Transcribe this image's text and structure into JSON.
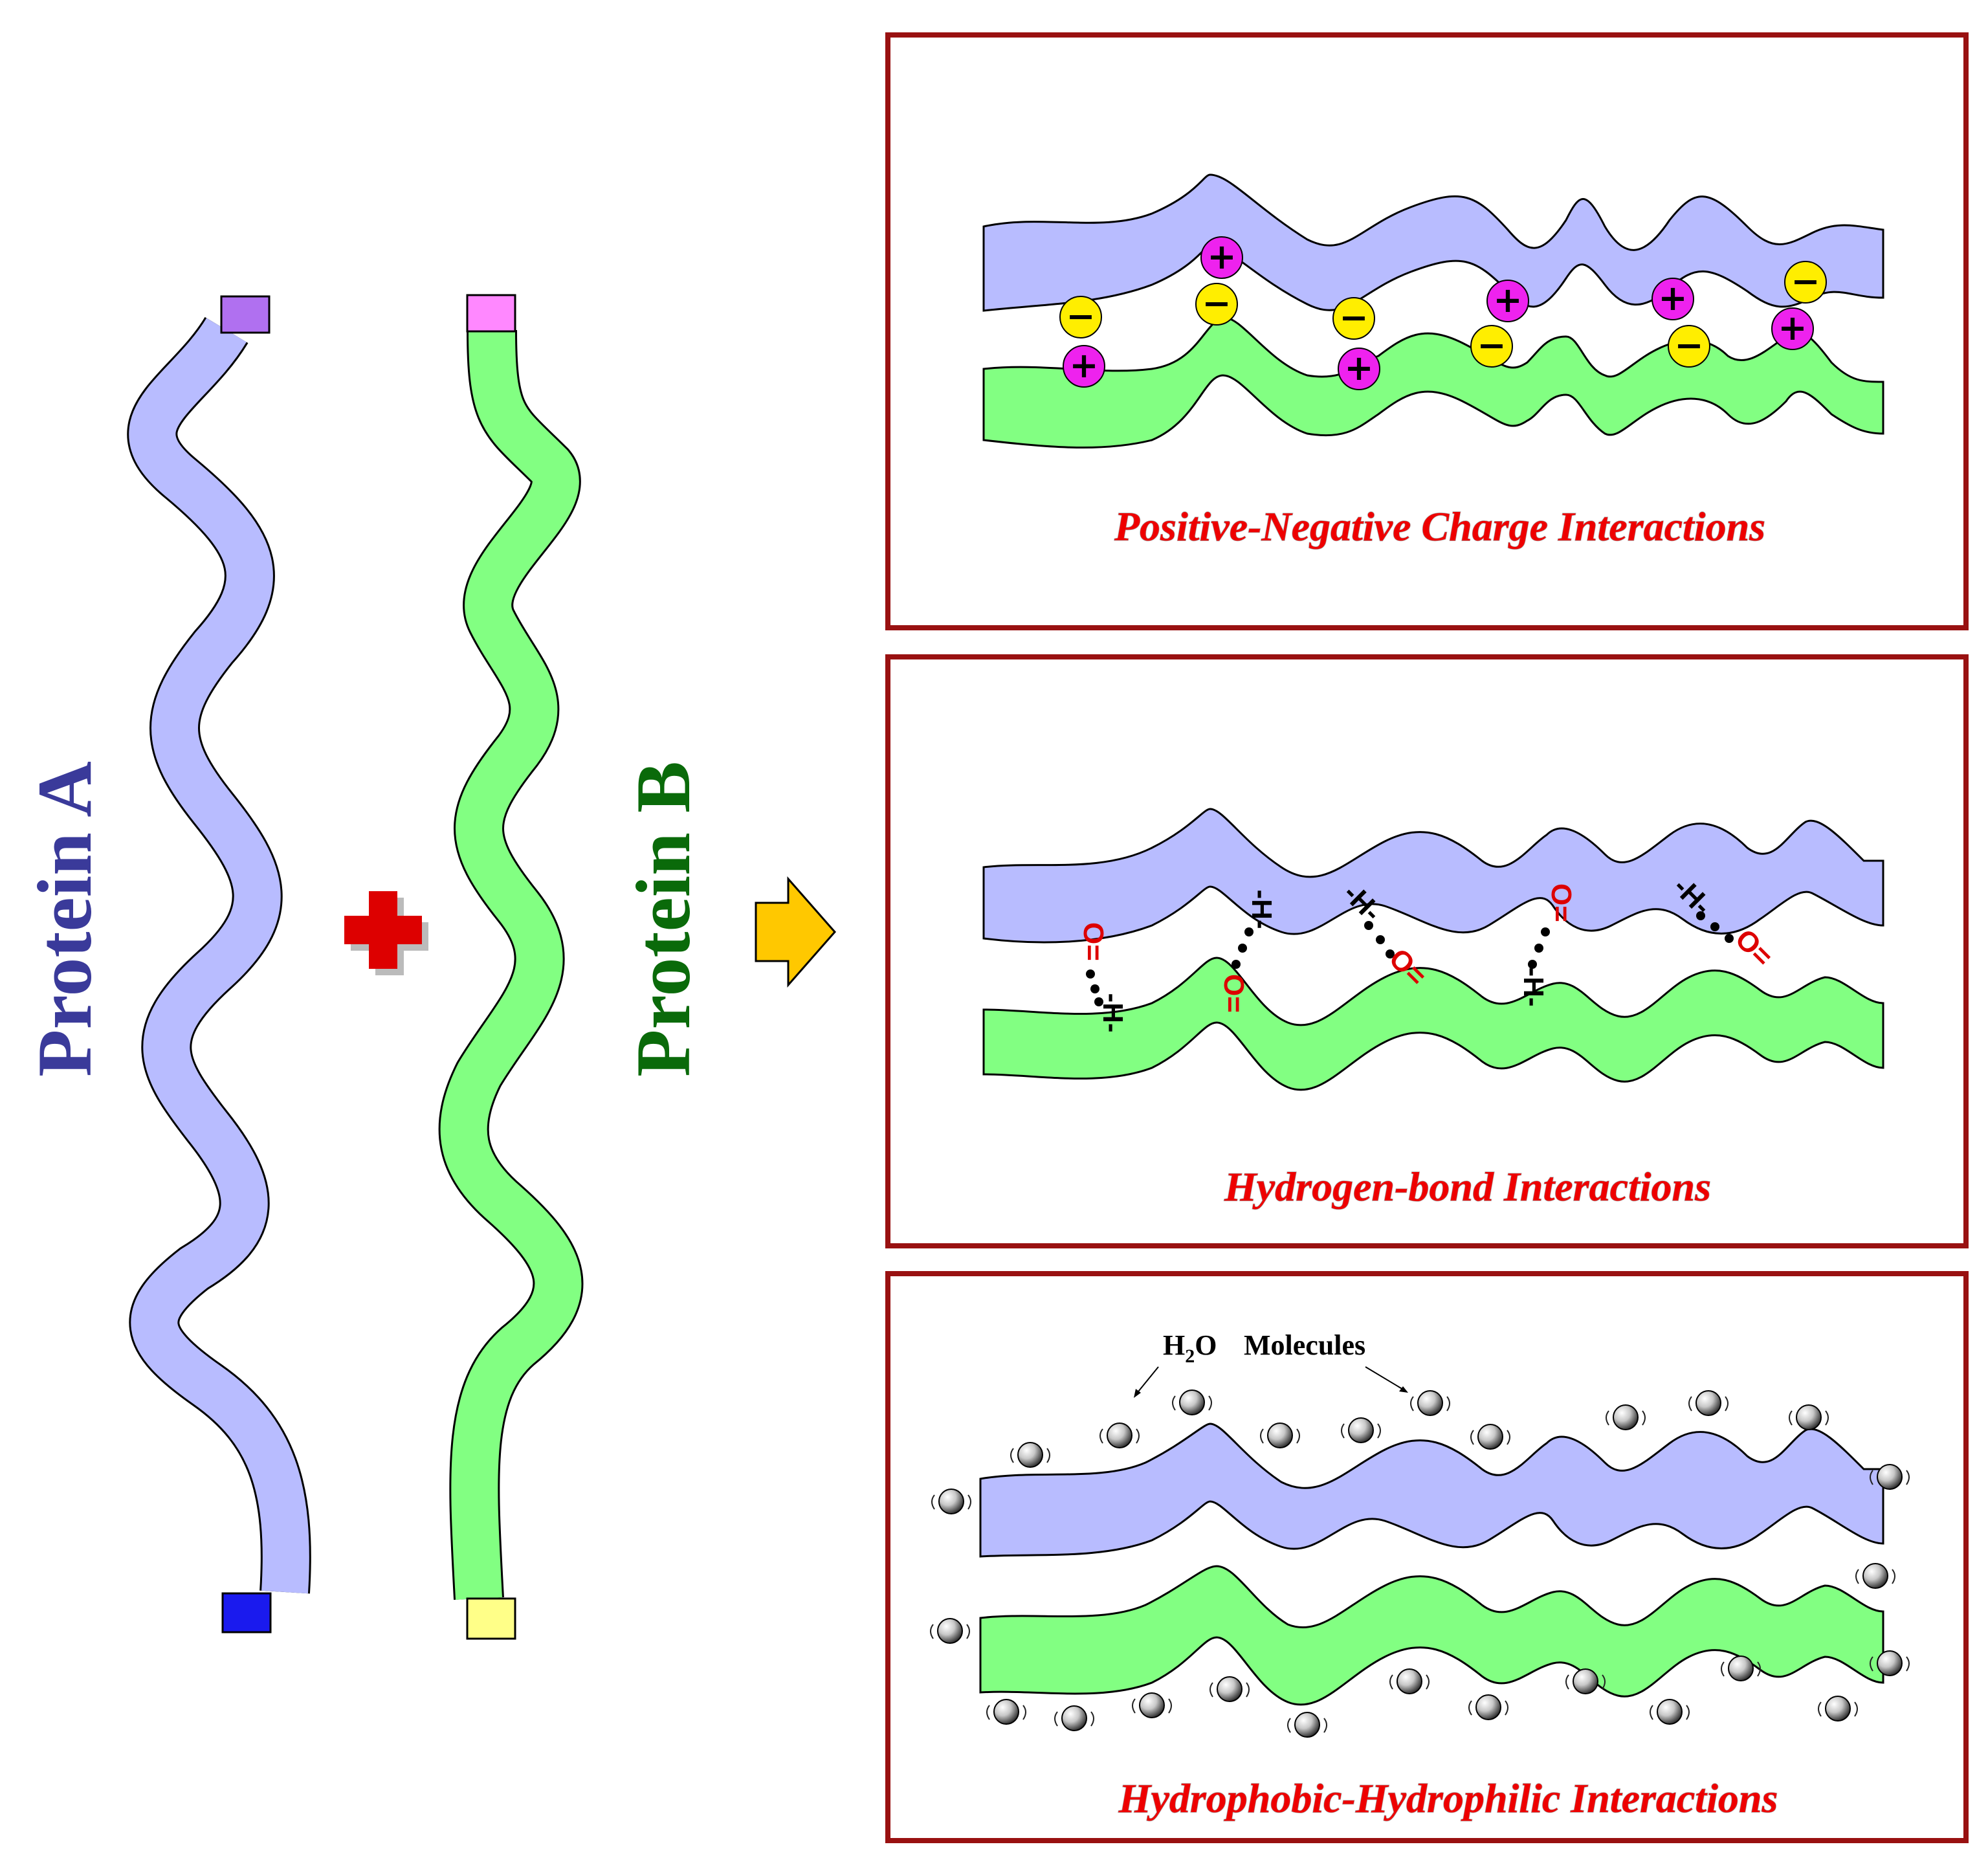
{
  "proteins": {
    "a": {
      "label": "Protein A",
      "color": "#3a3a9a",
      "fill": "#b8bcff"
    },
    "b": {
      "label": "Protein B",
      "color": "#0a6a0a",
      "fill": "#82ff82"
    }
  },
  "plus_symbol": "+",
  "panels": [
    {
      "title": "Positive-Negative Charge Interactions"
    },
    {
      "title": "Hydrogen-bond Interactions"
    },
    {
      "title": "Hydrophobic-Hydrophilic Interactions"
    }
  ],
  "charges": {
    "positive": "+",
    "negative": "−"
  },
  "hbond": {
    "oxygen": "O=",
    "hydrogen": "-H-"
  },
  "water": {
    "h": "H",
    "sub": "2",
    "rest": "O",
    "molecules": "Molecules"
  },
  "colors": {
    "panel_border": "#991111",
    "title_red": "#ee0000",
    "positive": "#ee22ee",
    "negative": "#ffee00",
    "arrow": "#ffc800",
    "cap_a_top": "#b070f0",
    "cap_a_bottom": "#1a1aee",
    "cap_b_top": "#ff88ff",
    "cap_b_bottom": "#ffff88"
  }
}
